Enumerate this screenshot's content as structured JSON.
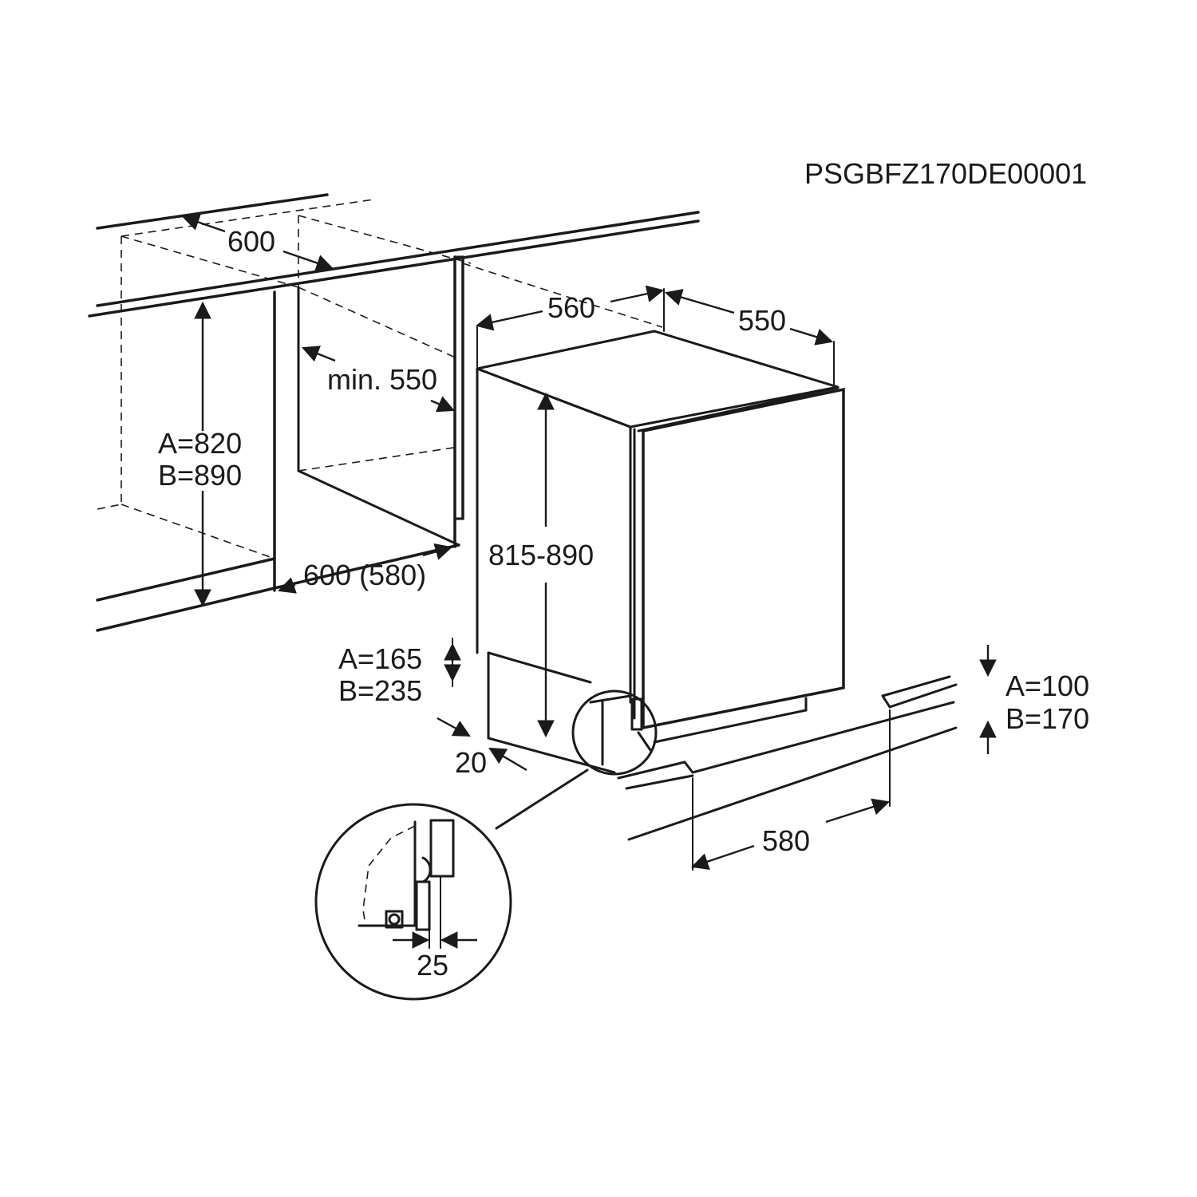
{
  "drawing_code": "PSGBFZ170DE00001",
  "dimensions": {
    "niche_width": "600",
    "niche_height_a": "A=820",
    "niche_height_b": "B=890",
    "niche_depth": "min. 550",
    "niche_depth_bottom": "600 (580)",
    "appliance_width": "560",
    "appliance_depth": "550",
    "appliance_height": "815-890",
    "plinth_height_left_a": "A=165",
    "plinth_height_left_b": "B=235",
    "plinth_offset": "20",
    "plinth_height_right_a": "A=100",
    "plinth_height_right_b": "B=170",
    "plinth_width": "580",
    "door_gap_detail": "25"
  },
  "colors": {
    "line": "#1a1a1a",
    "background": "#ffffff"
  }
}
